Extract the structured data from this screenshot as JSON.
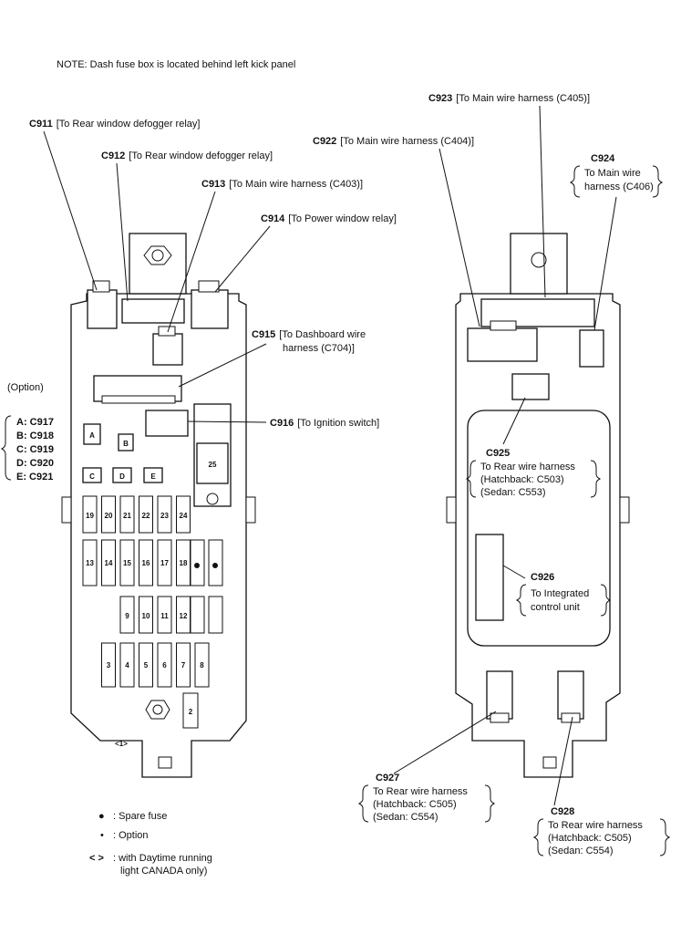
{
  "note": "NOTE: Dash fuse box is located behind left kick panel",
  "option_label": "(Option)",
  "option_items": [
    "A: C917",
    "B: C918",
    "C: C919",
    "D: C920",
    "E: C921"
  ],
  "connectors": {
    "c911": {
      "code": "C911",
      "desc": "[To Rear window defogger relay]"
    },
    "c912": {
      "code": "C912",
      "desc": "[To Rear window defogger relay]"
    },
    "c913": {
      "code": "C913",
      "desc": "[To Main wire harness (C403)]"
    },
    "c914": {
      "code": "C914",
      "desc": "[To Power window relay]"
    },
    "c915": {
      "code": "C915",
      "desc1": "[To Dashboard wire",
      "desc2": "harness (C704)]"
    },
    "c916": {
      "code": "C916",
      "desc": "[To Ignition switch]"
    },
    "c922": {
      "code": "C922",
      "desc": "[To Main wire harness (C404)]"
    },
    "c923": {
      "code": "C923",
      "desc": "[To Main wire harness (C405)]"
    },
    "c924": {
      "code": "C924",
      "desc1": "To Main wire",
      "desc2": "harness (C406)"
    },
    "c925": {
      "code": "C925",
      "desc1": "To Rear wire harness",
      "desc2": "(Hatchback: C503)",
      "desc3": "(Sedan: C553)"
    },
    "c926": {
      "code": "C926",
      "desc1": "To Integrated",
      "desc2": "control unit"
    },
    "c927": {
      "code": "C927",
      "desc1": "To Rear wire harness",
      "desc2": "(Hatchback: C505)",
      "desc3": "(Sedan: C554)"
    },
    "c928": {
      "code": "C928",
      "desc1": "To Rear wire harness",
      "desc2": "(Hatchback: C505)",
      "desc3": "(Sedan: C554)"
    }
  },
  "fuse_labels": {
    "row1": [
      "19",
      "20",
      "21",
      "22",
      "23",
      "24"
    ],
    "row2": [
      "13",
      "14",
      "15",
      "16",
      "17",
      "18"
    ],
    "row3": [
      "9",
      "10",
      "11",
      "12"
    ],
    "row4": [
      "3",
      "4",
      "5",
      "6",
      "7",
      "8"
    ],
    "big": "25",
    "fuse2": "2",
    "daytime_mark": "<1>",
    "opt_a": "A",
    "opt_b": "B",
    "opt_c": "C",
    "opt_d": "D",
    "opt_e": "E"
  },
  "legend": {
    "spare_symbol": "●",
    "spare_label": ": Spare fuse",
    "option_symbol": "•",
    "option_label": ": Option",
    "daytime_symbol": "< >",
    "daytime_label1": ": with Daytime running",
    "daytime_label2": "light CANADA only)"
  }
}
